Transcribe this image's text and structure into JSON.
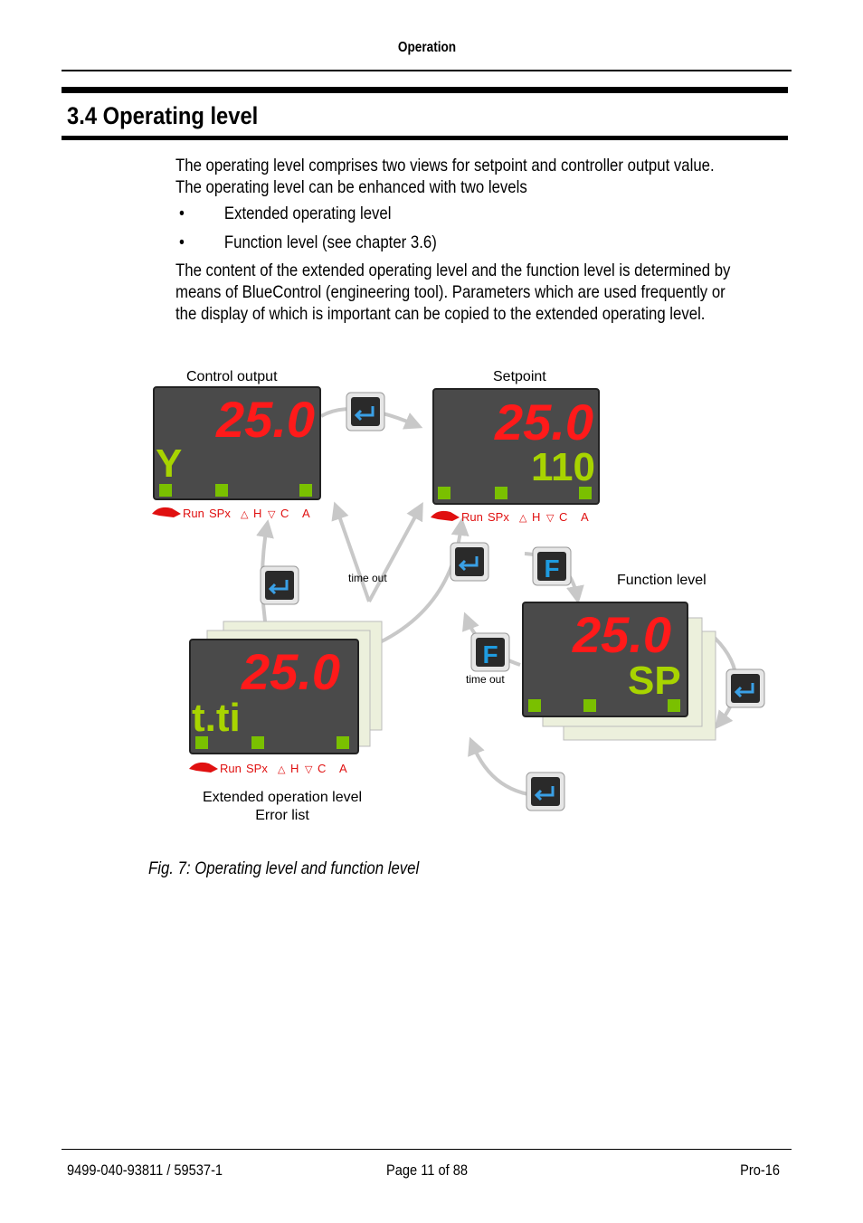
{
  "header": {
    "running_title": "Operation"
  },
  "section": {
    "title": "3.4 Operating level"
  },
  "body": {
    "intro": "The operating level comprises two views for setpoint and controller output value. The operating level can be enhanced with two levels",
    "bullets": [
      "Extended operating level",
      "Function level (see chapter 3.6)"
    ],
    "paragraph2": "The content of the extended operating level and the function level is determined by means of BlueControl (engineering tool). Parameters which are used frequently or the display of which is important can be copied to the extended operating level."
  },
  "figure": {
    "labels": {
      "control_output": "Control output",
      "setpoint": "Setpoint",
      "function_level": "Function level",
      "time_out": "time out",
      "extended_level": "Extended operation level",
      "error_list": "Error list"
    },
    "displays": [
      {
        "main": "25.0",
        "sub": "Y"
      },
      {
        "main": "25.0",
        "sub": "110"
      },
      {
        "main": "25.0",
        "sub": "t.ti"
      },
      {
        "main": "25.0",
        "sub": "SP"
      }
    ],
    "status_legend": {
      "run": "Run",
      "spx": "SPx",
      "h": "H",
      "c": "C",
      "a": "A"
    },
    "keys": {
      "function_key": "F"
    },
    "colors": {
      "lcd_bg": "#4a4a4a",
      "segment_red": "#ff1a1a",
      "segment_green": "#a8d400",
      "led_green": "#7ac000",
      "key_blue": "#1e9be0"
    }
  },
  "caption": "Fig. 7: Operating level and function level",
  "footer": {
    "doc_number": "9499-040-93811 / 59537-1",
    "page": "Page  11 of 88",
    "product": "Pro-16"
  }
}
